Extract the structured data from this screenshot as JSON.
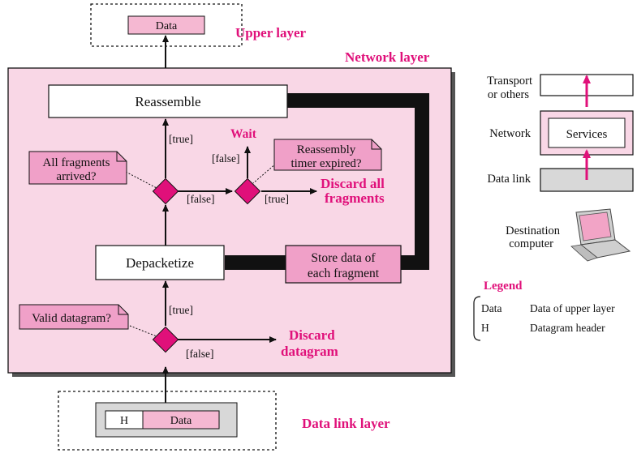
{
  "labels": {
    "upper_layer": "Upper layer",
    "network_layer": "Network layer",
    "data_link_layer": "Data link layer",
    "reassemble": "Reassemble",
    "depacketize": "Depacketize",
    "store_data_line1": "Store data of",
    "store_data_line2": "each fragment",
    "wait": "Wait",
    "discard_all_line1": "Discard all",
    "discard_all_line2": "fragments",
    "discard_datagram_line1": "Discard",
    "discard_datagram_line2": "datagram",
    "upper_data": "Data",
    "bottom_h": "H",
    "bottom_data": "Data"
  },
  "notes": {
    "all_fragments_line1": "All fragments",
    "all_fragments_line2": "arrived?",
    "reassembly_timer_line1": "Reassembly",
    "reassembly_timer_line2": "timer expired?",
    "valid_datagram": "Valid datagram?"
  },
  "branches": {
    "true_top": "[true]",
    "false_wait": "[false]",
    "false_left": "[false]",
    "true_right": "[true]",
    "true_lower": "[true]",
    "false_lower": "[false]"
  },
  "stack": {
    "transport_line1": "Transport",
    "transport_line2": "or others",
    "network": "Network",
    "services": "Services",
    "data_link": "Data link",
    "dest_line1": "Destination",
    "dest_line2": "computer"
  },
  "legend": {
    "title": "Legend",
    "rows": [
      {
        "key": "Data",
        "desc": "Data of upper layer"
      },
      {
        "key": "H",
        "desc": "Datagram header"
      }
    ]
  },
  "colors": {
    "accent": "#e0107a",
    "pink_fill": "#f9d7e6",
    "note_fill": "#f0a0c8",
    "diamond": "#e0107a",
    "gray_fill": "#d8d8d8"
  }
}
